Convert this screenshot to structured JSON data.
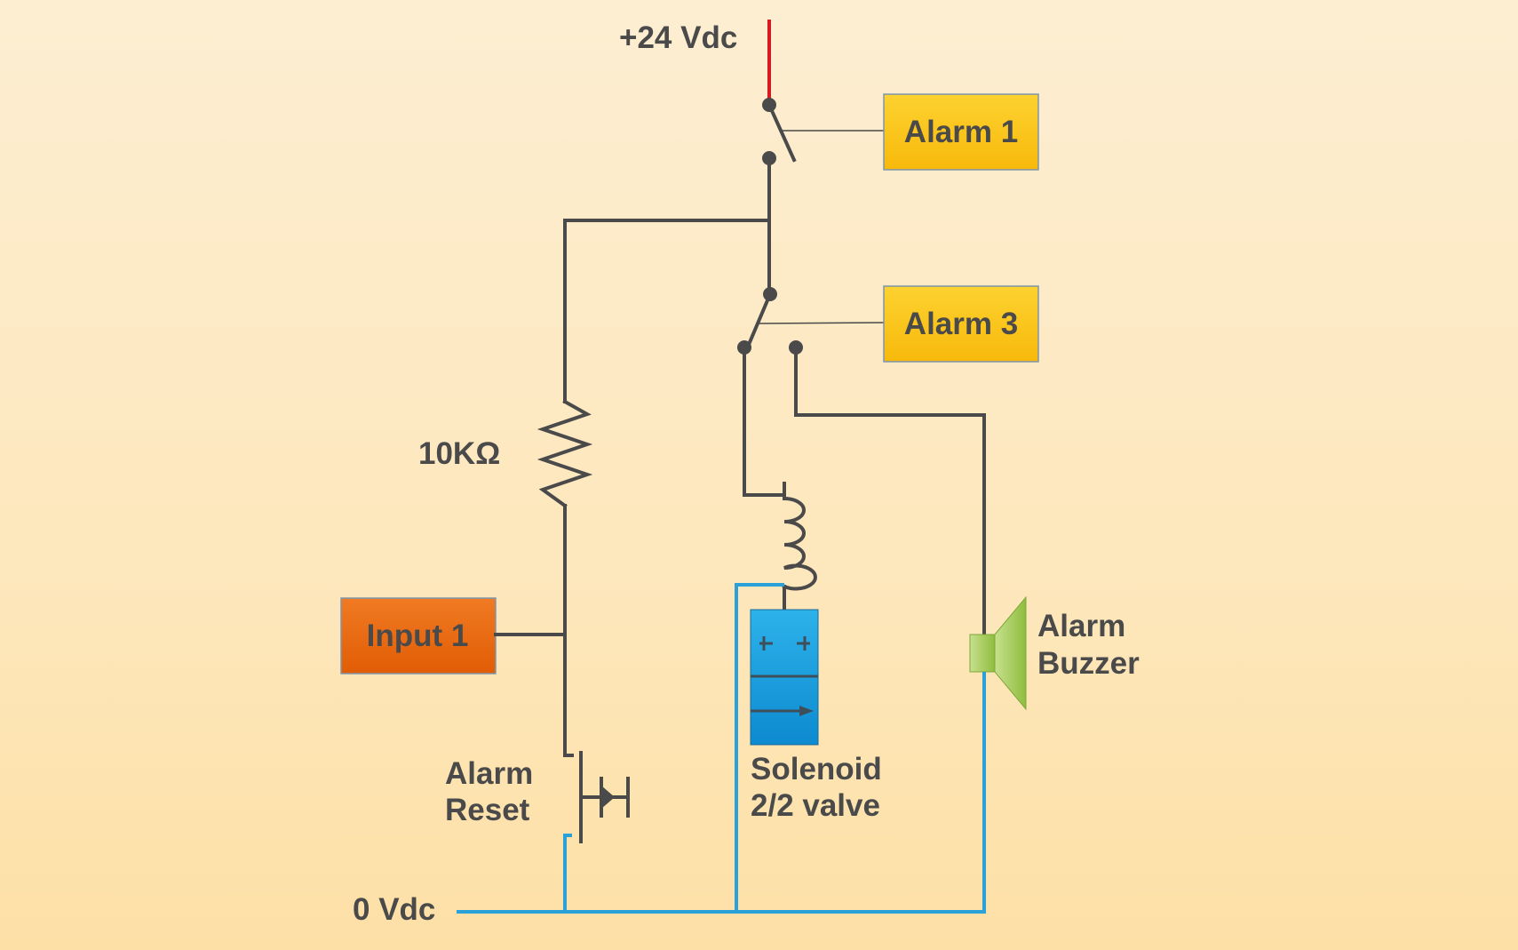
{
  "labels": {
    "supply": "+24 Vdc",
    "ground": "0 Vdc",
    "resistor": "10KΩ",
    "reset_line1": "Alarm",
    "reset_line2": "Reset",
    "valve_line1": "Solenoid",
    "valve_line2": "2/2 valve",
    "buzzer_line1": "Alarm",
    "buzzer_line2": "Buzzer"
  },
  "boxes": {
    "alarm1": "Alarm 1",
    "alarm3": "Alarm 3",
    "input1": "Input 1"
  },
  "colors": {
    "alarm_box": "#fcc417",
    "input_box": "#ec6c12",
    "supply_wire": "#d71920",
    "ground_wire": "#2aa1d8",
    "wire": "#4a4a4a",
    "valve": "#1a9fde",
    "buzzer": "#9cc64c"
  }
}
